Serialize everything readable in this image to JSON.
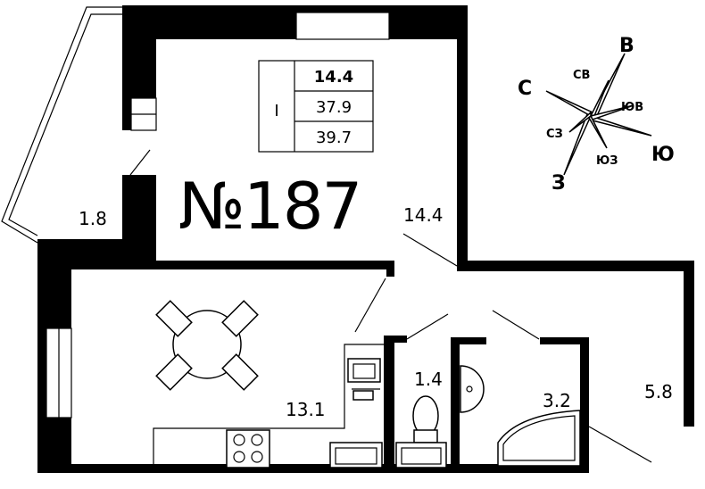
{
  "plan": {
    "apartment_number": "№187",
    "floor_label": "I",
    "summary_table": [
      "14.4",
      "37.9",
      "39.7"
    ],
    "room_areas": {
      "balcony": "1.8",
      "living_room": "14.4",
      "kitchen": "13.1",
      "toilet": "1.4",
      "bathroom": "3.2",
      "hallway": "5.8"
    }
  },
  "compass": {
    "north_east": "СВ",
    "east": "В",
    "south_east": "ЮВ",
    "south": "Ю",
    "south_west": "ЮЗ",
    "west": "З",
    "north_west": "СЗ",
    "north": "С"
  }
}
